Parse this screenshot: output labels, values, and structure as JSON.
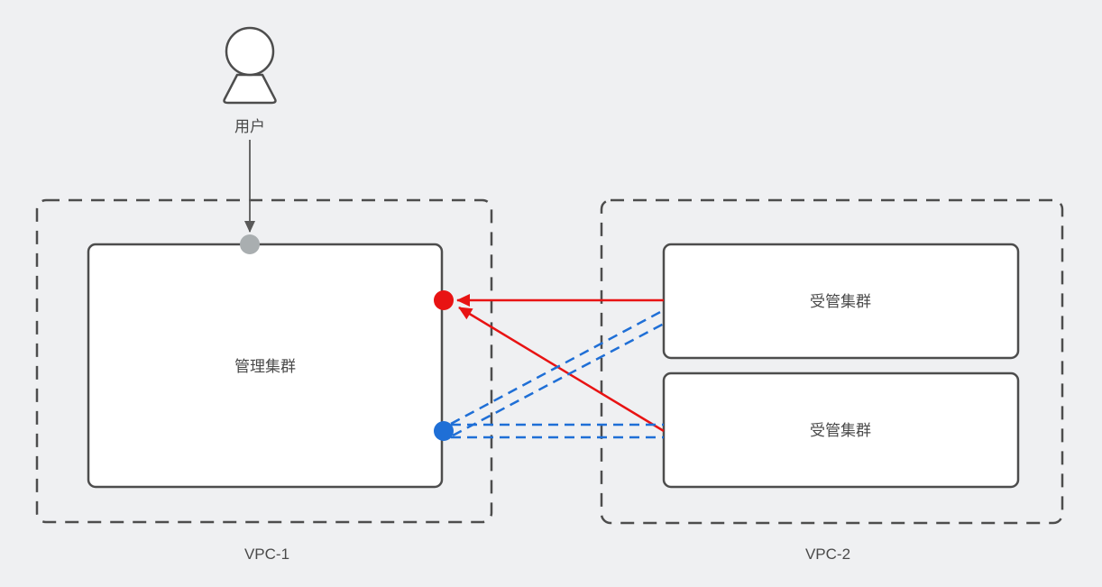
{
  "diagram": {
    "title": "vpc-cluster-architecture",
    "user": {
      "label": "用户"
    },
    "vpc1": {
      "label": "VPC-1",
      "cluster": {
        "label": "管理集群"
      }
    },
    "vpc2": {
      "label": "VPC-2",
      "clusters": [
        {
          "label": "受管集群"
        },
        {
          "label": "受管集群"
        }
      ]
    },
    "connections": {
      "user_to_management": "solid-gray-arrow",
      "managed_to_management": "solid-red-arrows",
      "management_to_managed": "dashed-blue-lines"
    },
    "colors": {
      "background": "#eff0f2",
      "box_border": "#4d4d4d",
      "box_fill": "#ffffff",
      "red_flow": "#e81313",
      "blue_flow": "#1f6fd6",
      "gray_dot": "#a9aeb0",
      "text": "#4a4a4a"
    }
  }
}
